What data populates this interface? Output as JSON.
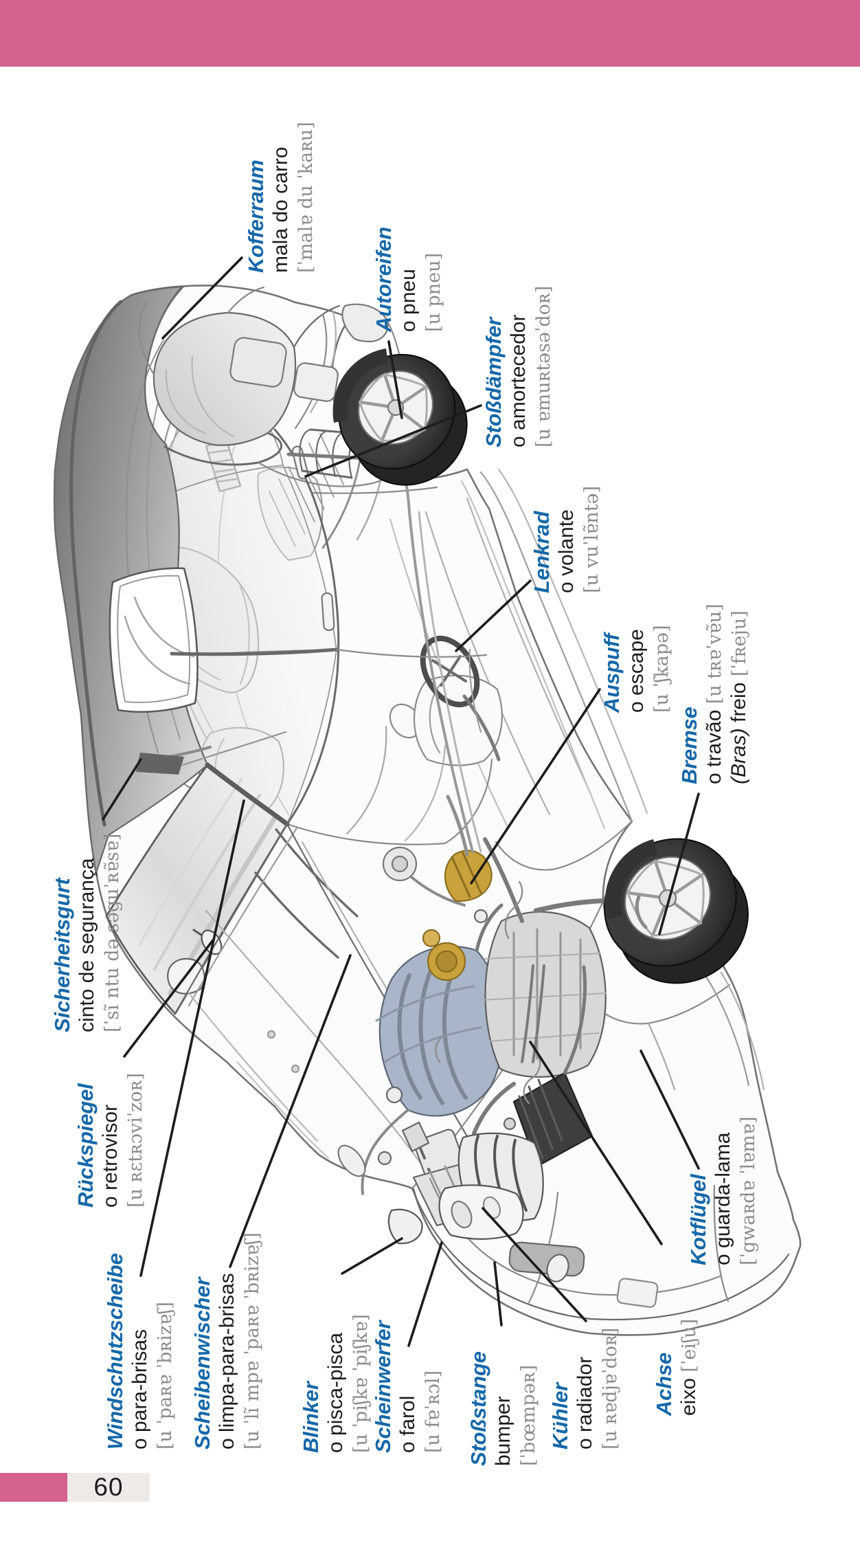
{
  "page": {
    "number": "60"
  },
  "colors": {
    "accent_pink": "#d4618e",
    "term_blue": "#1568a8",
    "phonetic_gray": "#8c8c8c",
    "text_black": "#1d1d1b",
    "footer_gray": "#edeae7"
  },
  "labels": [
    {
      "id": "kofferraum",
      "term": "Kofferraum",
      "pt": "mala do carro",
      "pt_ph": "",
      "ph": "[ˈmalɐ du ˈkaʀu]",
      "var_pre": "",
      "var_word": "",
      "var_ph": ""
    },
    {
      "id": "autoreifen",
      "term": "Autoreifen",
      "pt": "o pneu",
      "pt_ph": "",
      "ph": "[u pneu]",
      "var_pre": "",
      "var_word": "",
      "var_ph": ""
    },
    {
      "id": "stossdaempfer",
      "term": "Stoßdämpfer",
      "pt": "o amortecedor",
      "pt_ph": "",
      "ph": "[u ɐmuʀtəsəˈdoʀ]",
      "var_pre": "",
      "var_word": "",
      "var_ph": ""
    },
    {
      "id": "lenkrad",
      "term": "Lenkrad",
      "pt": "o volante",
      "pt_ph": "",
      "ph": "[u vuˈlɐ̃ntə]",
      "var_pre": "",
      "var_word": "",
      "var_ph": ""
    },
    {
      "id": "auspuff",
      "term": "Auspuff",
      "pt": "o escape",
      "pt_ph": "",
      "ph": "[u ˈʃkapə]",
      "var_pre": "",
      "var_word": "",
      "var_ph": ""
    },
    {
      "id": "bremse",
      "term": "Bremse",
      "pt": "o travão ",
      "pt_ph": "[u tʀɐˈvɐ̃u]",
      "ph": "",
      "var_pre": "(Bras) ",
      "var_word": "freio ",
      "var_ph": "[ˈfʀeju]"
    },
    {
      "id": "sicherheitsgurt",
      "term": "Sicherheitsgurt",
      "pt": "cinto de segurança",
      "pt_ph": "",
      "ph": "[ˈsĩ ntu də səguˈʀɐ̃sɐ]",
      "var_pre": "",
      "var_word": "",
      "var_ph": ""
    },
    {
      "id": "rueckspiegel",
      "term": "Rückspiegel",
      "pt": "o retrovisor",
      "pt_ph": "",
      "ph": "[u ʀɛtʀɔviˈzoʀ]",
      "var_pre": "",
      "var_word": "",
      "var_ph": ""
    },
    {
      "id": "windschutzscheibe",
      "term": "Windschutzscheibe",
      "pt": "o para-brisas",
      "pt_ph": "",
      "ph": "[u ˈpaʀɐ ˈbʀizɐʃ]",
      "var_pre": "",
      "var_word": "",
      "var_ph": ""
    },
    {
      "id": "scheibenwischer",
      "term": "Scheibenwischer",
      "pt": "o limpa-para-brisas",
      "pt_ph": "",
      "ph": "[u ˈlĩ mpɐ ˈpaʀɐ ˈbʀizɐʃ]",
      "var_pre": "",
      "var_word": "",
      "var_ph": ""
    },
    {
      "id": "blinker",
      "term": "Blinker",
      "pt": "o pisca-pisca",
      "pt_ph": "",
      "ph": "[u ˈpiʃkɐ ˈpiʃkɐ]",
      "var_pre": "",
      "var_word": "",
      "var_ph": ""
    },
    {
      "id": "scheinwerfer",
      "term": "Scheinwerfer",
      "pt": "o farol",
      "pt_ph": "",
      "ph": "[u fɐˈʀɔl]",
      "var_pre": "",
      "var_word": "",
      "var_ph": ""
    },
    {
      "id": "stossstange",
      "term": "Stoßstange",
      "pt": "bumper",
      "pt_ph": "",
      "ph": "[ˈbœmpəʀ]",
      "var_pre": "",
      "var_word": "",
      "var_ph": ""
    },
    {
      "id": "kuehler",
      "term": "Kühler",
      "pt": "o radiador",
      "pt_ph": "",
      "ph": "[u ʀɐdjɐˈdoʀ]",
      "var_pre": "",
      "var_word": "",
      "var_ph": ""
    },
    {
      "id": "achse",
      "term": "Achse",
      "pt": "eixo ",
      "pt_ph": "[ˈeiʃu]",
      "ph": "",
      "var_pre": "",
      "var_word": "",
      "var_ph": ""
    },
    {
      "id": "kotfluegel",
      "term": "Kotflügel",
      "pt": "o guarda-lama",
      "pt_ph": "",
      "ph": "[ˈgwaʀdɐ ˈlɐmɐ]",
      "var_pre": "",
      "var_word": "",
      "var_ph": ""
    }
  ]
}
